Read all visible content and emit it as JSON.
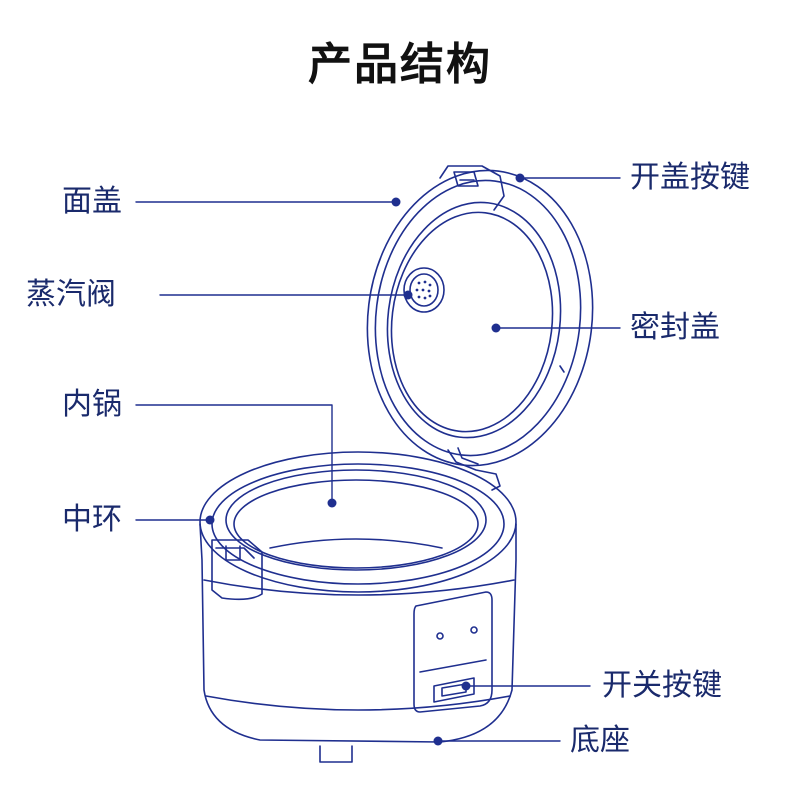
{
  "title": "产品结构",
  "colors": {
    "line": "#1f2f8f",
    "label": "#1a2a6c",
    "fill": "#ffffff",
    "dot": "#1f2f8f"
  },
  "labels": {
    "face_cover": "面盖",
    "steam_valve": "蒸汽阀",
    "inner_pot": "内锅",
    "middle_ring": "中环",
    "lid_button": "开盖按键",
    "seal_cover": "密封盖",
    "switch_button": "开关按键",
    "base": "底座"
  }
}
